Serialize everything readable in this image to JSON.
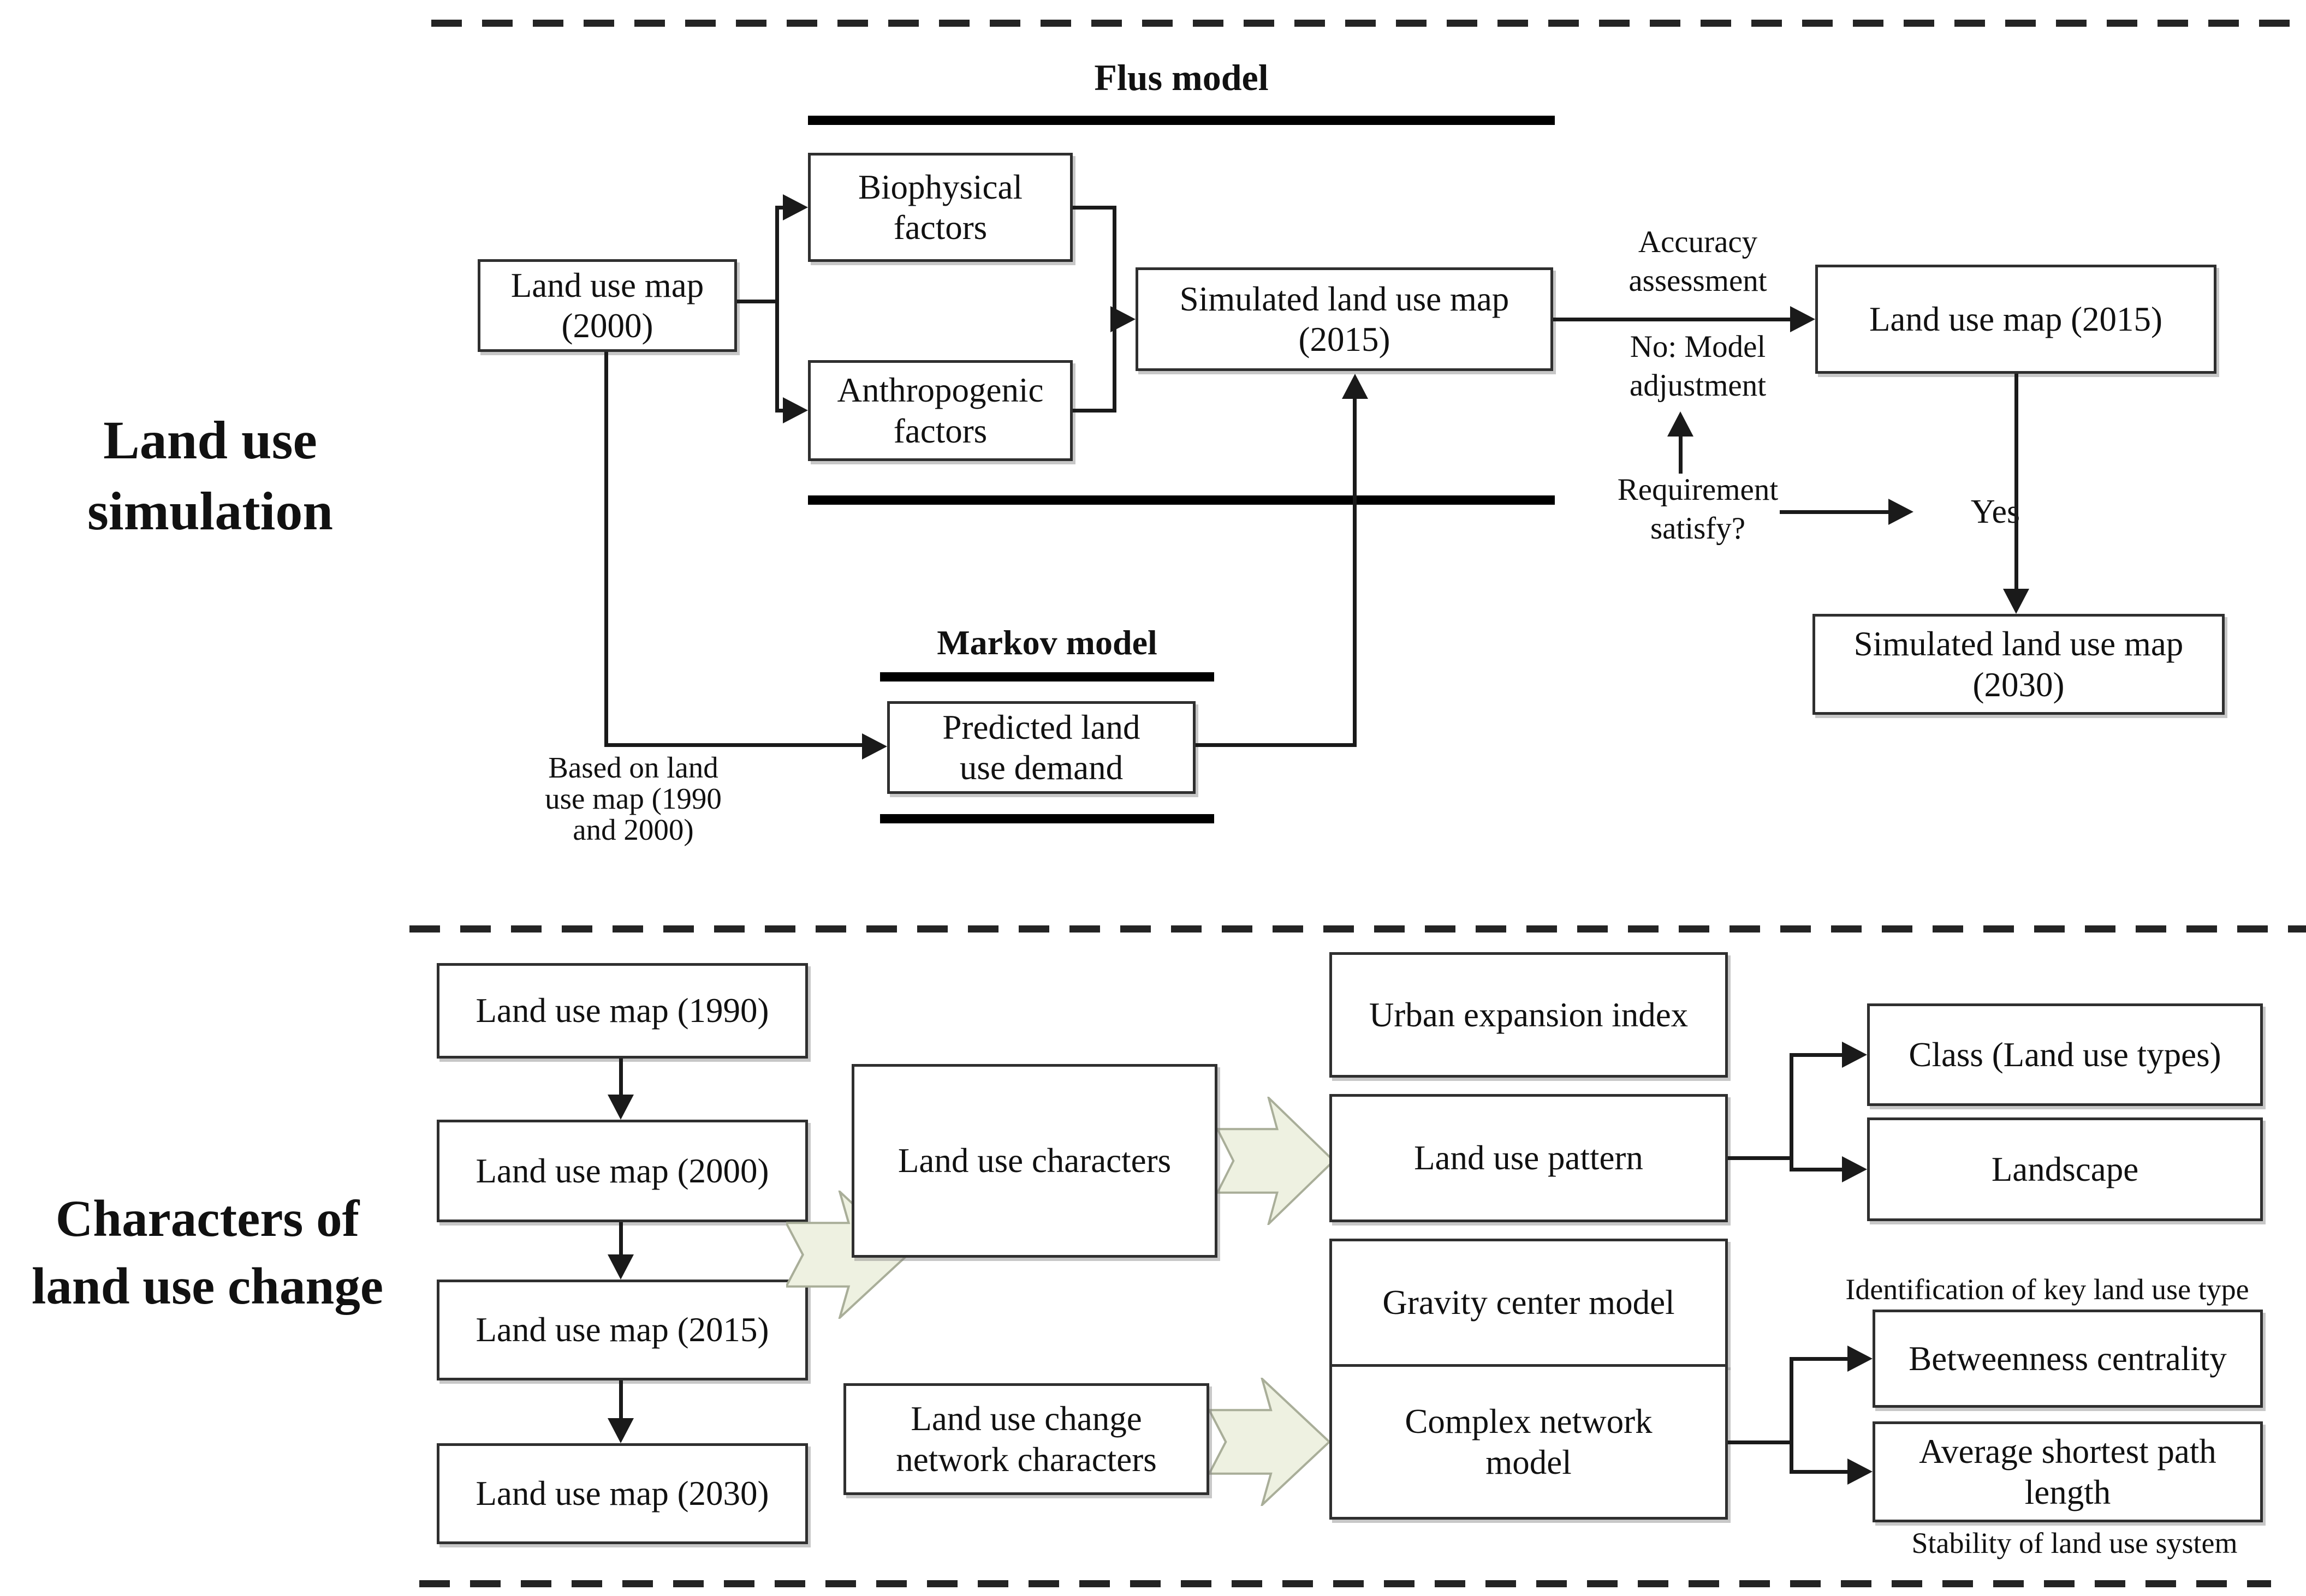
{
  "colors": {
    "block_arrow_fill": "#eef1e1",
    "block_arrow_stroke": "#a9ae99",
    "line": "#1a1a1a"
  },
  "top_section": {
    "label": {
      "line1": "Land use",
      "line2": "simulation"
    },
    "flus_model_title": "Flus model",
    "markov_model_title": "Markov model",
    "boxes": {
      "land_use_map_2000": {
        "line1": "Land use map",
        "line2": "(2000)"
      },
      "biophysical_factors": {
        "line1": "Biophysical",
        "line2": "factors"
      },
      "anthropogenic_factors": {
        "line1": "Anthropogenic",
        "line2": "factors"
      },
      "simulated_land_use_map_2015": {
        "line1": "Simulated land use map",
        "line2": "(2015)"
      },
      "land_use_map_2015": "Land use map (2015)",
      "simulated_land_use_map_2030": {
        "line1": "Simulated land use map",
        "line2": "(2030)"
      },
      "predicted_land_use_demand": {
        "line1": "Predicted land",
        "line2": "use demand"
      }
    },
    "annotations": {
      "accuracy_assessment": {
        "line1": "Accuracy",
        "line2": "assessment"
      },
      "no_model_adjustment": {
        "line1": "No: Model",
        "line2": "adjustment"
      },
      "requirement_satisfy": {
        "line1": "Requirement",
        "line2": "satisfy?"
      },
      "yes": "Yes",
      "based_on": {
        "line1": "Based on land",
        "line2": "use map (1990",
        "line3": "and 2000)"
      }
    }
  },
  "bottom_section": {
    "label": {
      "line1": "Characters of",
      "line2": "land use change"
    },
    "boxes": {
      "land_use_map_1990": "Land use map (1990)",
      "land_use_map_2000": "Land use map (2000)",
      "land_use_map_2015": "Land use map (2015)",
      "land_use_map_2030": "Land use map (2030)",
      "land_use_characters": "Land use characters",
      "urban_expansion_index": "Urban expansion index",
      "land_use_pattern": "Land use pattern",
      "gravity_center_model": "Gravity center model",
      "class_land_use_types": "Class (Land use types)",
      "landscape": "Landscape",
      "land_use_change_network_characters": {
        "line1": "Land use change",
        "line2": "network characters"
      },
      "complex_network_model": {
        "line1": "Complex network",
        "line2": "model"
      },
      "betweenness_centrality": "Betweenness centrality",
      "average_shortest_path_length": {
        "line1": "Average shortest path",
        "line2": "length"
      }
    },
    "annotations": {
      "identification": "Identification of key land use type",
      "stability": "Stability of land use system"
    }
  }
}
